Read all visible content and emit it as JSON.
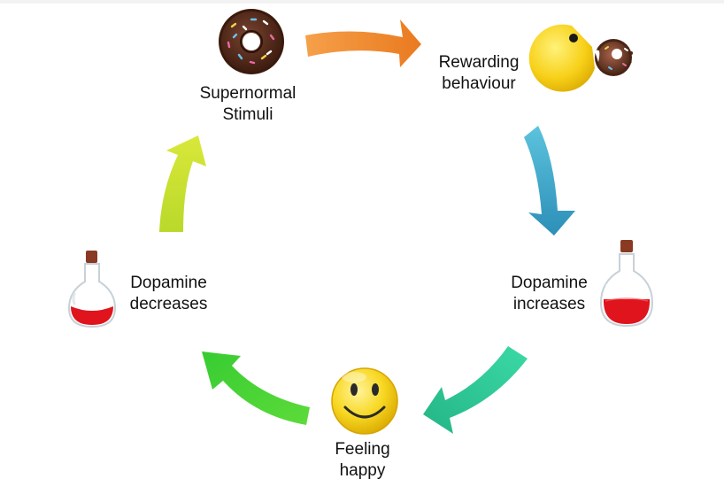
{
  "nodes": {
    "supernormal": "Supernormal\nStimuli",
    "rewarding": "Rewarding\nbehaviour",
    "increases": "Dopamine\nincreases",
    "happy": "Feeling\nhappy",
    "decreases": "Dopamine\ndecreases"
  },
  "icons": {
    "supernormal": "donut-icon",
    "rewarding": "pacman-eating-donut-icon",
    "increases": "full-flask-icon",
    "happy": "smiley-face-icon",
    "decreases": "half-flask-icon"
  },
  "colors": {
    "arrow_orange": "#f08a2c",
    "arrow_blue": "#3aa6c9",
    "arrow_teal": "#2fc59a",
    "arrow_green": "#4fd63a",
    "arrow_yellow_green": "#c6e02e",
    "liquid_red": "#e0141c",
    "smiley_yellow": "#f7d21a",
    "donut_brown": "#5a2e1c"
  }
}
